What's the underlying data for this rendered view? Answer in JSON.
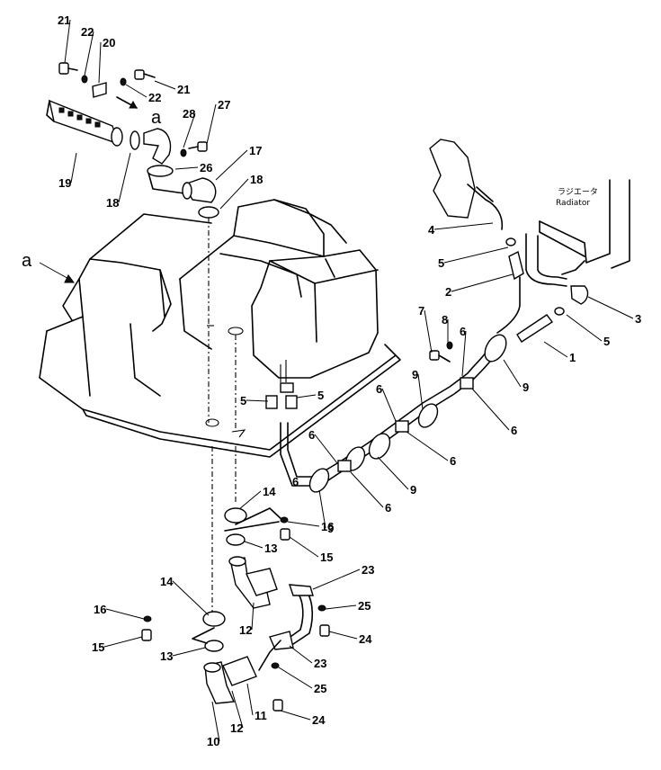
{
  "radiator_label": {
    "jp": "ラジエータ",
    "en": "Radiator"
  },
  "view_marker": "a",
  "callouts": [
    {
      "id": "c21a",
      "text": "21"
    },
    {
      "id": "c22a",
      "text": "22"
    },
    {
      "id": "c20",
      "text": "20"
    },
    {
      "id": "c21b",
      "text": "21"
    },
    {
      "id": "c22b",
      "text": "22"
    },
    {
      "id": "ca1",
      "text": "a"
    },
    {
      "id": "c28",
      "text": "28"
    },
    {
      "id": "c27",
      "text": "27"
    },
    {
      "id": "c19",
      "text": "19"
    },
    {
      "id": "c18a",
      "text": "18"
    },
    {
      "id": "c26",
      "text": "26"
    },
    {
      "id": "c17",
      "text": "17"
    },
    {
      "id": "c18b",
      "text": "18"
    },
    {
      "id": "c4",
      "text": "4"
    },
    {
      "id": "c5a",
      "text": "5"
    },
    {
      "id": "c2",
      "text": "2"
    },
    {
      "id": "c3",
      "text": "3"
    },
    {
      "id": "c5b",
      "text": "5"
    },
    {
      "id": "c1",
      "text": "1"
    },
    {
      "id": "c7",
      "text": "7"
    },
    {
      "id": "c8",
      "text": "8"
    },
    {
      "id": "c6a",
      "text": "6"
    },
    {
      "id": "c9a",
      "text": "9"
    },
    {
      "id": "c6b",
      "text": "6"
    },
    {
      "id": "c6c",
      "text": "6"
    },
    {
      "id": "c9b",
      "text": "9"
    },
    {
      "id": "c5c",
      "text": "5"
    },
    {
      "id": "c5d",
      "text": "5"
    },
    {
      "id": "c6d",
      "text": "6"
    },
    {
      "id": "c6e",
      "text": "6"
    },
    {
      "id": "c9c",
      "text": "9"
    },
    {
      "id": "c6f",
      "text": "6"
    },
    {
      "id": "c9d",
      "text": "9"
    },
    {
      "id": "c6g",
      "text": "6"
    },
    {
      "id": "c14a",
      "text": "14"
    },
    {
      "id": "c16a",
      "text": "16"
    },
    {
      "id": "c13a",
      "text": "13"
    },
    {
      "id": "c15a",
      "text": "15"
    },
    {
      "id": "c23a",
      "text": "23"
    },
    {
      "id": "c25a",
      "text": "25"
    },
    {
      "id": "c12a",
      "text": "12"
    },
    {
      "id": "c24a",
      "text": "24"
    },
    {
      "id": "c14b",
      "text": "14"
    },
    {
      "id": "c16b",
      "text": "16"
    },
    {
      "id": "c15b",
      "text": "15"
    },
    {
      "id": "c13b",
      "text": "13"
    },
    {
      "id": "c23b",
      "text": "23"
    },
    {
      "id": "c25b",
      "text": "25"
    },
    {
      "id": "c24b",
      "text": "24"
    },
    {
      "id": "c10",
      "text": "10"
    },
    {
      "id": "c12b",
      "text": "12"
    },
    {
      "id": "c11",
      "text": "11"
    },
    {
      "id": "ca2",
      "text": "a"
    }
  ]
}
